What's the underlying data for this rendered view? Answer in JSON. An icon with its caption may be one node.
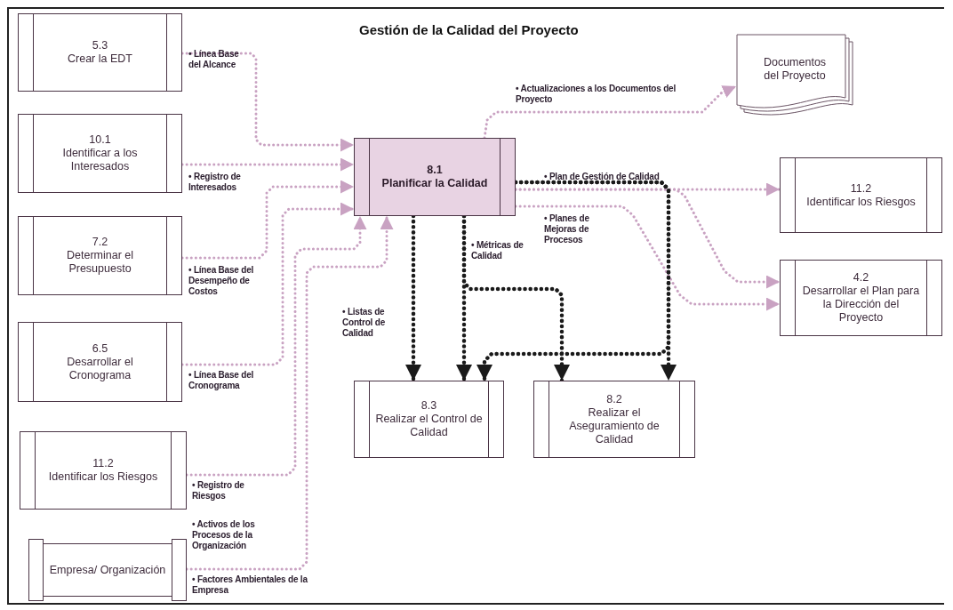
{
  "diagram": {
    "title": "Gestión de la Calidad del Proyecto",
    "nodes": [
      {
        "text": [
          "5.3",
          "Crear la EDT"
        ]
      },
      {
        "text": [
          "10.1",
          "Identificar a los Interesados"
        ]
      },
      {
        "text": [
          "7.2",
          "Determinar el Presupuesto"
        ]
      },
      {
        "text": [
          "6.5",
          "Desarrollar el Cronograma"
        ]
      },
      {
        "text": [
          "11.2",
          "Identificar los Riesgos"
        ]
      },
      {
        "text": [
          "Empresa/ Organización"
        ]
      },
      {
        "text": [
          "8.1",
          "Planificar la Calidad"
        ]
      },
      {
        "text": [
          "Documentos del Proyecto"
        ]
      },
      {
        "text": [
          "11.2",
          "Identificar los Riesgos"
        ]
      },
      {
        "text": [
          "4.2",
          "Desarrollar el Plan para la Dirección del Proyecto"
        ]
      },
      {
        "text": [
          "8.3",
          "Realizar el Control de Calidad"
        ]
      },
      {
        "text": [
          "8.2",
          "Realizar el Aseguramiento de Calidad"
        ]
      }
    ],
    "edges": [
      {
        "from": 0,
        "to": 6,
        "arrow": "to",
        "label": "• Línea Base del Alcance"
      },
      {
        "from": 1,
        "to": 6,
        "arrow": "to",
        "label": "• Registro de Interesados"
      },
      {
        "from": 2,
        "to": 6,
        "arrow": "to",
        "label": "• Línea Base del Desempeño de Costos"
      },
      {
        "from": 3,
        "to": 6,
        "arrow": "to",
        "label": "• Línea Base del Cronograma"
      },
      {
        "from": 4,
        "to": 6,
        "arrow": "to",
        "label": "• Registro de Riesgos"
      },
      {
        "from": 5,
        "to": 6,
        "arrow": "to",
        "label": "• Activos de los Procesos de la Organización"
      },
      {
        "from": 6,
        "to": 7,
        "arrow": "to",
        "label": "• Actualizaciones a los Documentos del Proyecto"
      },
      {
        "from": 6,
        "to": 8,
        "arrow": "to"
      },
      {
        "from": 6,
        "to": 9,
        "arrow": "to"
      },
      {
        "from": 6,
        "to": 9,
        "arrow": "to",
        "label": "• Planes de Mejoras de Procesos"
      },
      {
        "from": 6,
        "to": 11,
        "arrow": "to",
        "label": "• Plan de Gestión de Calidad",
        "style": "dashed",
        "color": "#1a1a1a"
      },
      {
        "from": 6,
        "to": 10,
        "arrow": "to",
        "style": "dashed",
        "color": "#1a1a1a"
      },
      {
        "from": 6,
        "to": 10,
        "arrow": "to",
        "label": "• Listas de Control de Calidad",
        "style": "dashed",
        "color": "#1a1a1a"
      },
      {
        "from": 6,
        "to": 10,
        "arrow": "to",
        "label": "• Métricas de Calidad",
        "style": "dashed",
        "color": "#1a1a1a"
      },
      {
        "from": 6,
        "to": 11,
        "arrow": "to",
        "style": "dashed",
        "color": "#1a1a1a"
      }
    ],
    "labels": [
      "• Factores Ambientales de la Empresa"
    ]
  }
}
